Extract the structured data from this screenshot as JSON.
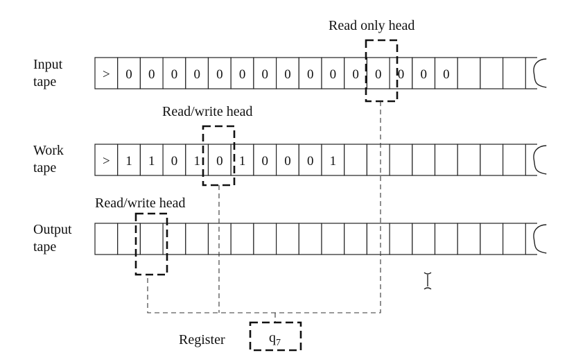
{
  "tapes": [
    {
      "key": "input",
      "label_line1": "Input",
      "label_line2": "tape",
      "cells": [
        ">",
        "0",
        "0",
        "0",
        "0",
        "0",
        "0",
        "0",
        "0",
        "0",
        "0",
        "0",
        "0",
        "0",
        "0",
        "0",
        "",
        "",
        ""
      ]
    },
    {
      "key": "work",
      "label_line1": "Work",
      "label_line2": "tape",
      "cells": [
        ">",
        "1",
        "1",
        "0",
        "1",
        "0",
        "1",
        "0",
        "0",
        "0",
        "1",
        "",
        "",
        "",
        "",
        "",
        "",
        "",
        ""
      ]
    },
    {
      "key": "output",
      "label_line1": "Output",
      "label_line2": "tape",
      "cells": [
        "",
        "",
        "",
        "",
        "",
        "",
        "",
        "",
        "",
        "",
        "",
        "",
        "",
        "",
        "",
        "",
        "",
        "",
        ""
      ]
    }
  ],
  "heads": [
    {
      "key": "input",
      "label": "Read only head"
    },
    {
      "key": "work",
      "label": "Read/write head"
    },
    {
      "key": "output",
      "label": "Read/write head"
    }
  ],
  "register": {
    "label": "Register",
    "state": "q",
    "state_subscript": "7"
  },
  "cursor_icon": "text-cursor-icon"
}
